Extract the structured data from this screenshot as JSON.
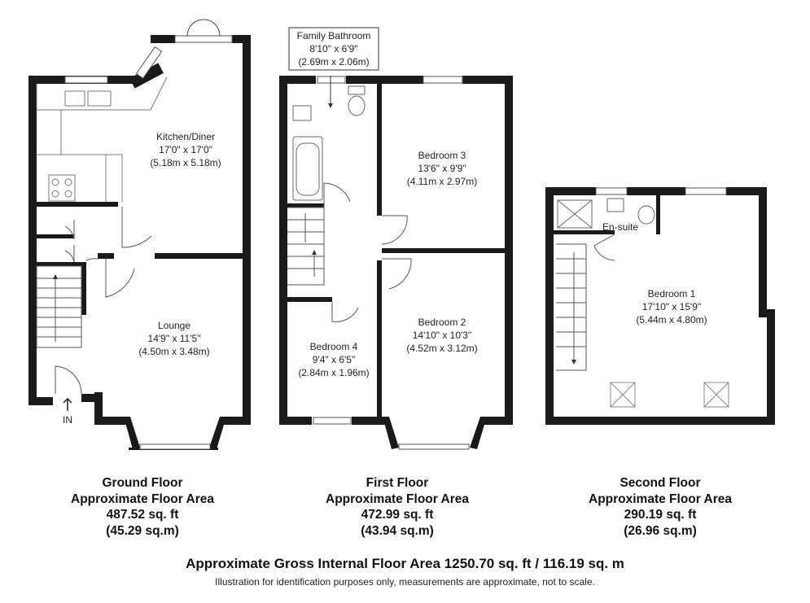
{
  "rooms": {
    "kitchen": {
      "name": "Kitchen/Diner",
      "imperial": "17'0\" x 17'0\"",
      "metric": "(5.18m x 5.18m)"
    },
    "lounge": {
      "name": "Lounge",
      "imperial": "14'9\" x 11'5\"",
      "metric": "(4.50m x 3.48m)"
    },
    "family_bathroom": {
      "name": "Family Bathroom",
      "imperial": "8'10\" x 6'9\"",
      "metric": "(2.69m x 2.06m)"
    },
    "bedroom3": {
      "name": "Bedroom 3",
      "imperial": "13'6\" x 9'9\"",
      "metric": "(4.11m x 2.97m)"
    },
    "bedroom2": {
      "name": "Bedroom 2",
      "imperial": "14'10\" x 10'3\"",
      "metric": "(4.52m x 3.12m)"
    },
    "bedroom4": {
      "name": "Bedroom 4",
      "imperial": "9'4\" x 6'5\"",
      "metric": "(2.84m x 1.96m)"
    },
    "bedroom1": {
      "name": "Bedroom 1",
      "imperial": "17'10\" x 15'9\"",
      "metric": "(5.44m x 4.80m)"
    },
    "ensuite": {
      "name": "En-suite"
    }
  },
  "entrance_label": "IN",
  "floors": [
    {
      "name": "Ground Floor",
      "caption": "Approximate Floor Area",
      "sqft": "487.52 sq. ft",
      "sqm": "(45.29 sq.m)"
    },
    {
      "name": "First Floor",
      "caption": "Approximate Floor Area",
      "sqft": "472.99 sq. ft",
      "sqm": "(43.94 sq.m)"
    },
    {
      "name": "Second Floor",
      "caption": "Approximate Floor Area",
      "sqft": "290.19 sq. ft",
      "sqm": "(26.96 sq.m)"
    }
  ],
  "gross_area": "Approximate Gross Internal Floor Area 1250.70 sq. ft / 116.19 sq. m",
  "disclaimer": "Illustration for identification purposes only, measurements are approximate, not to scale."
}
